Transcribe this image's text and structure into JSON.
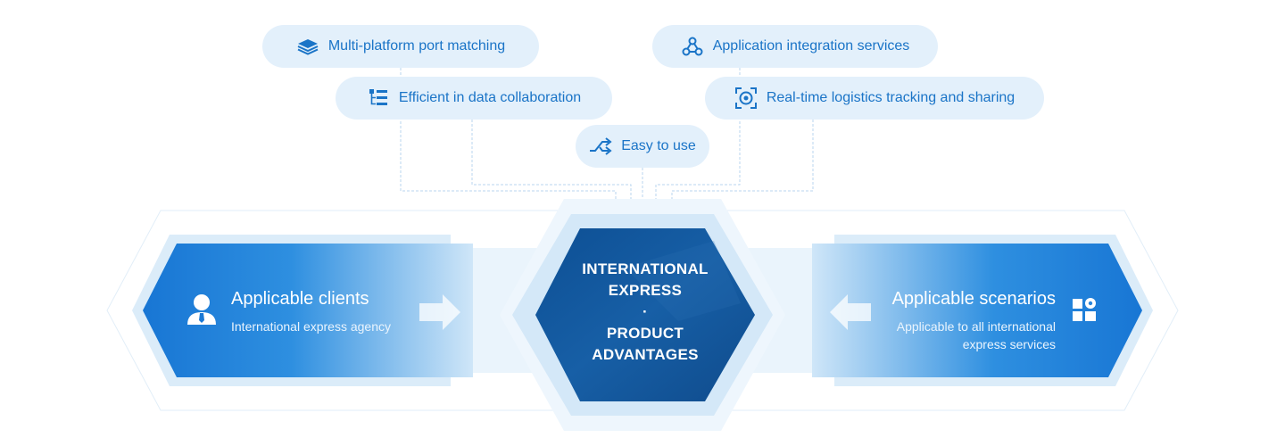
{
  "features": {
    "multi_platform": "Multi-platform port matching",
    "data_collab": "Efficient in data collaboration",
    "easy": "Easy to use",
    "app_integration": "Application integration services",
    "tracking": "Real-time logistics tracking and sharing"
  },
  "left": {
    "title": "Applicable clients",
    "subtitle": "International express agency"
  },
  "right": {
    "title": "Applicable scenarios",
    "subtitle_line1": "Applicable to all international",
    "subtitle_line2": "express services"
  },
  "center": {
    "line1": "INTERNATIONAL",
    "line2": "EXPRESS",
    "line3": "·",
    "line4": "PRODUCT",
    "line5": "ADVANTAGES"
  },
  "icons": {
    "multi_platform": "layers-icon",
    "data_collab": "list-tree-icon",
    "easy": "shuffle-icon",
    "app_integration": "webhook-icon",
    "tracking": "target-scan-icon",
    "left": "user-icon",
    "right": "grid-apps-icon"
  },
  "colors": {
    "accent": "#1a74c7",
    "pill_bg": "#e3f0fb",
    "hex_dark": "#0e5ba4",
    "side_blue": "#1b7fdb"
  }
}
